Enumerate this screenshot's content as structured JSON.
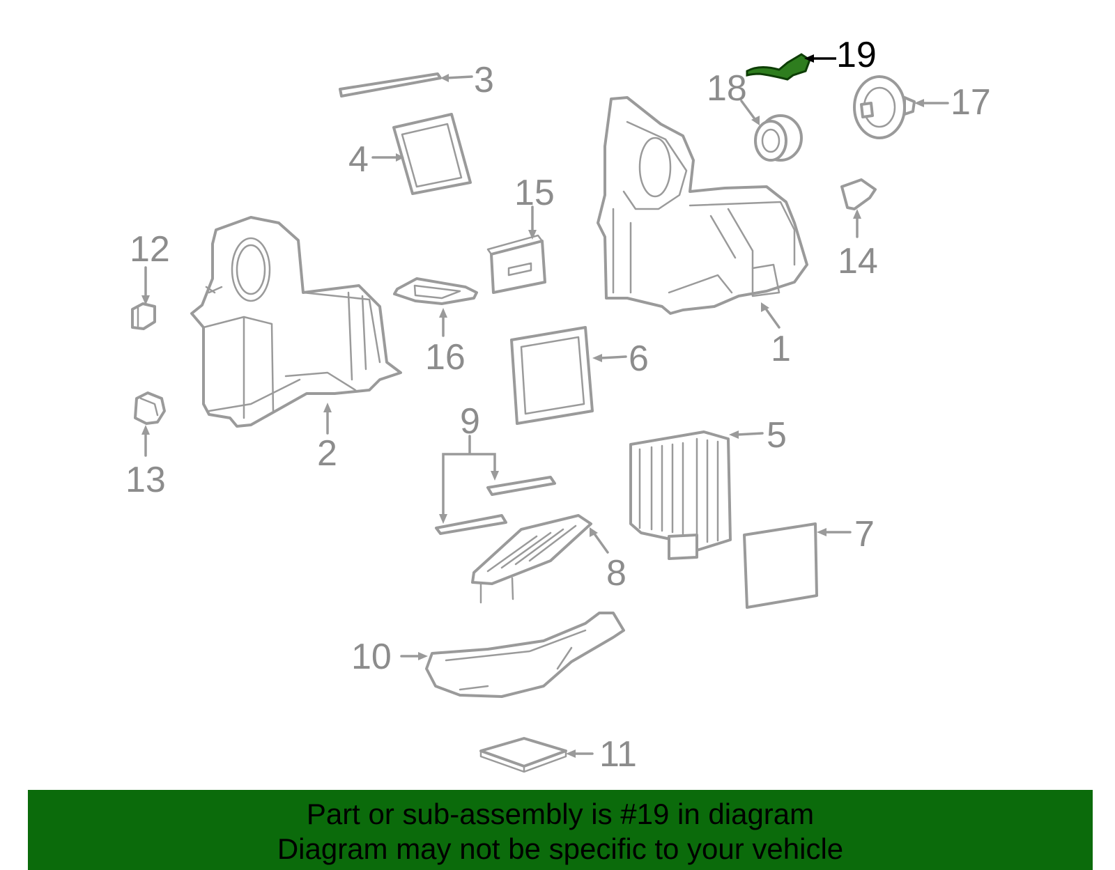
{
  "callouts": {
    "c1": "1",
    "c2": "2",
    "c3": "3",
    "c4": "4",
    "c5": "5",
    "c6": "6",
    "c7": "7",
    "c8": "8",
    "c9": "9",
    "c10": "10",
    "c11": "11",
    "c12": "12",
    "c13": "13",
    "c14": "14",
    "c15": "15",
    "c16": "16",
    "c17": "17",
    "c18": "18",
    "c19": "19"
  },
  "highlighted_part": "19",
  "colors": {
    "line_art": "#9a9a9a",
    "highlight_part": "#2e7d1e",
    "banner_background": "#0b6b0b",
    "banner_text": "#000000"
  },
  "banner": {
    "line1": "Part or sub-assembly is #19 in diagram",
    "line2": "Diagram may not be specific to your vehicle"
  }
}
